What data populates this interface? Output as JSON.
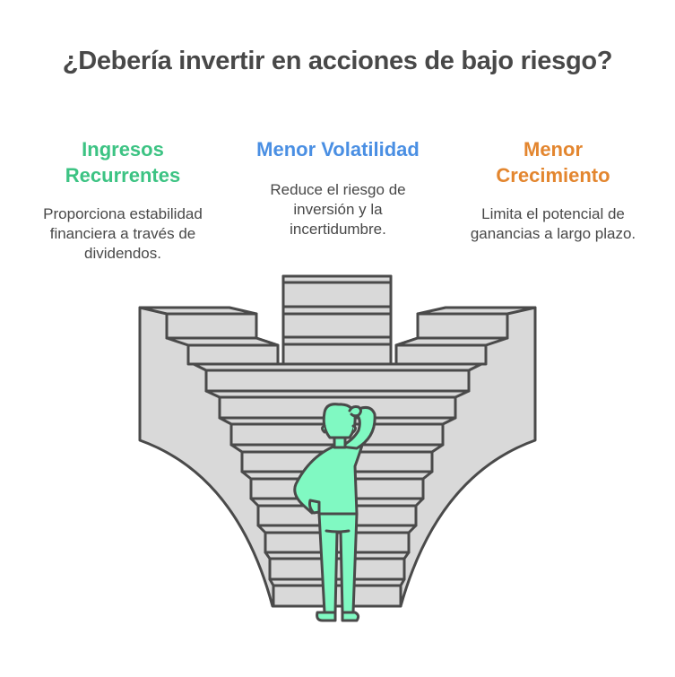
{
  "title": "¿Debería invertir en acciones de bajo riesgo?",
  "columns": [
    {
      "heading": "Ingresos Recurrentes",
      "heading_lines": [
        "Ingresos",
        "Recurrentes"
      ],
      "description_lines": [
        "Proporciona estabilidad",
        "financiera a través de",
        "dividendos."
      ],
      "color": "#3cc383"
    },
    {
      "heading": "Menor Volatilidad",
      "heading_lines": [
        "Menor Volatilidad"
      ],
      "description_lines": [
        "Reduce el riesgo de",
        "inversión y la",
        "incertidumbre."
      ],
      "color": "#4a8fe3"
    },
    {
      "heading": "Menor Crecimiento",
      "heading_lines": [
        "Menor",
        "Crecimiento"
      ],
      "description_lines": [
        "Limita el potencial de",
        "ganancias a largo plazo."
      ],
      "color": "#e3862f"
    }
  ],
  "illustration": {
    "subject": "person-standing-before-three-staircases",
    "stairs_fill": "#d9d9d9",
    "outline": "#4a4a4a",
    "person_fill": "#80f9c2"
  }
}
